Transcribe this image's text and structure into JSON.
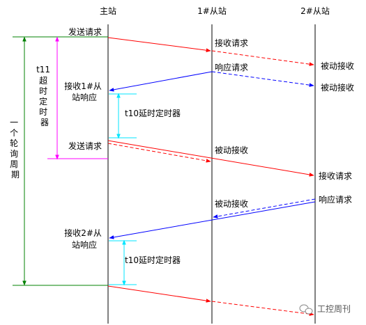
{
  "headers": {
    "master": "主站",
    "slave1": "1#从站",
    "slave2": "2#从站"
  },
  "left": {
    "poll_cycle": [
      "一",
      "个",
      "轮",
      "询",
      "周",
      "期"
    ],
    "t11_timer_line1": "t11",
    "t11_timer_chars": [
      "超",
      "时",
      "定",
      "时",
      "器"
    ]
  },
  "master_labels": {
    "send_request_1": "发送请求",
    "recv_slave1_line1": "接收1#从",
    "recv_slave1_line2": "站响应",
    "send_request_2": "发送请求",
    "recv_slave2_line1": "接收2#从",
    "recv_slave2_line2": "站响应"
  },
  "timers": {
    "t10_a": "t10延时定时器",
    "t10_b": "t10延时定时器"
  },
  "slave1_labels": {
    "receive_request": "接收请求",
    "response_request": "响应请求",
    "passive_receive_1": "被动接收",
    "passive_receive_2": "被动接收"
  },
  "slave2_labels": {
    "passive_receive_1": "被动接收",
    "passive_receive_2": "被动接收",
    "receive_request": "接收请求",
    "response_request": "响应请求"
  },
  "watermark": {
    "text": "工控周刊",
    "icon": "wechat-icon"
  },
  "colors": {
    "request": "#ff0000",
    "response": "#0000ff",
    "poll_cycle": "#008000",
    "t11": "#ff00ff",
    "t10": "#00e5ff"
  }
}
